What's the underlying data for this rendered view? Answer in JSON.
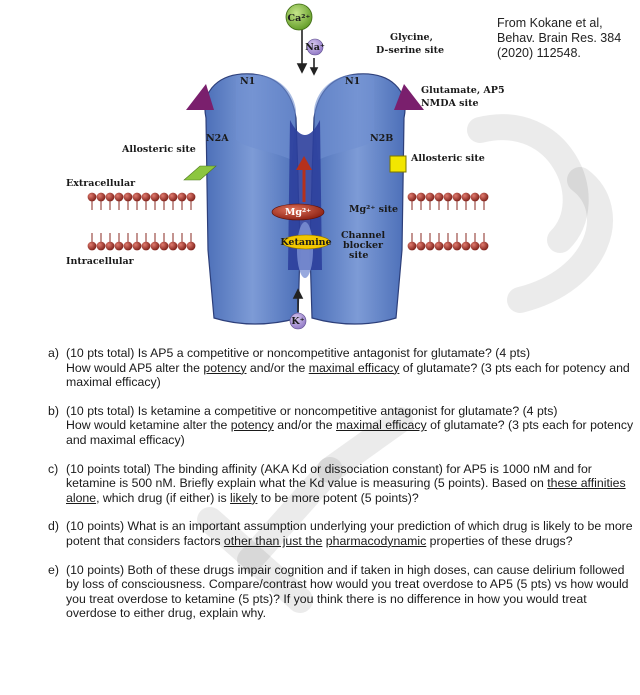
{
  "citation": {
    "line1": "From Kokane et al,",
    "line2": "Behav. Brain Res. 384",
    "line3": "(2020) 112548."
  },
  "figure": {
    "ca_ion": "Ca²⁺",
    "na_ion": "Na⁺",
    "k_ion": "K⁺",
    "n1_left": "N1",
    "n1_right": "N1",
    "n2a": "N2A",
    "n2b": "N2B",
    "glycine_line1": "Glycine,",
    "glycine_line2": "D-serine site",
    "glutamate_line1": "Glutamate, AP5",
    "glutamate_line2": "NMDA site",
    "allosteric_left": "Allosteric site",
    "allosteric_right": "Allosteric site",
    "extracellular": "Extracellular",
    "intracellular": "Intracellular",
    "mg_ion": "Mg²⁺",
    "mg_site": "Mg²⁺ site",
    "ketamine": "Ketamine",
    "channel_line1": "Channel",
    "channel_line2": "blocker",
    "channel_line3": "site",
    "colors": {
      "receptor_blue": "#5b7fc4",
      "pore_dark": "#2c3f9c",
      "triangle_purple": "#7a1f6d",
      "ca_green": "#8cc63f",
      "mg_red": "#b5311c",
      "ketamine_yellow": "#f2c700",
      "membrane_red": "#a0312b",
      "allosteric_green": "#8cc63f",
      "allosteric_yellow": "#f2e600"
    }
  },
  "questions": {
    "a": {
      "letter": "a)",
      "t1": "(10 pts total)  Is AP5 a competitive or noncompetitive antagonist for glutamate?  (4 pts)",
      "t2": "How would AP5 alter the ",
      "u1": "potency",
      "t3": " and/or the ",
      "u2": "maximal efficacy",
      "t4": " of glutamate? (3 pts each for potency and maximal efficacy)"
    },
    "b": {
      "letter": "b)",
      "t1": " (10 pts total)  Is ketamine a competitive or noncompetitive antagonist for glutamate?  (4 pts)",
      "t2": "How would ketamine alter the ",
      "u1": "potency",
      "t3": " and/or the ",
      "u2": "maximal efficacy",
      "t4": " of glutamate? (3 pts each for potency and maximal efficacy)"
    },
    "c": {
      "letter": "c)",
      "t1": "(10 points total)  The binding affinity (AKA Kd or dissociation constant) for AP5 is 1000 nM and for ketamine is  500 nM. Briefly explain what the Kd value is measuring (5 points).  Based on ",
      "u1": "these affinities alone",
      "t2": ", which drug (if either) is ",
      "u2": "likely",
      "t3": " to be more potent (5 points)?"
    },
    "d": {
      "letter": "d)",
      "t1": "(10 points)  What is an important assumption underlying your prediction of which drug is likely to be more potent that considers factors ",
      "u1": "other than just the",
      "t2": " ",
      "u2": "pharmacodynamic",
      "t3": " properties of these drugs?"
    },
    "e": {
      "letter": "e)",
      "t1": "(10 points)  Both of these drugs impair cognition and if taken in high doses, can cause delirium followed by loss of consciousness.  Compare/contrast how would you treat overdose to AP5 (5 pts) vs how would you treat overdose to ketamine (5 pts)?  If you think there is no difference in how you would treat overdose to either drug, explain why."
    }
  }
}
